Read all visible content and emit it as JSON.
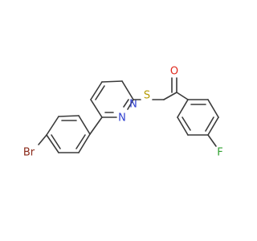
{
  "molecule": {
    "atoms": {
      "bromine": {
        "label": "Br",
        "color": "#8b2a1a"
      },
      "sulfur": {
        "label": "S",
        "color": "#b59a00"
      },
      "oxygen": {
        "label": "O",
        "color": "#e0281c"
      },
      "fluorine": {
        "label": "F",
        "color": "#2ea02e"
      },
      "nitrogen_1": {
        "label": "N",
        "color": "#2f3fd0"
      },
      "nitrogen_2": {
        "label": "N",
        "color": "#2f3fd0"
      }
    },
    "bond_color": "#3a3a3a"
  }
}
